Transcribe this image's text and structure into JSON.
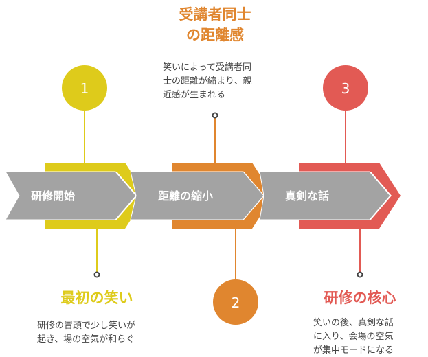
{
  "colors": {
    "yellow": "#DECB1B",
    "orange": "#E0862F",
    "red": "#E25A54",
    "gray": "#A3A3A3"
  },
  "steps": [
    {
      "number": "1",
      "label": "研修開始",
      "title": "最初の笑い",
      "desc": [
        "研修の冒頭で少し笑いが",
        "起き、場の空気が和らぐ"
      ]
    },
    {
      "number": "2",
      "label": "距離の縮小",
      "title_lines": [
        "受講者同士",
        "の距離感"
      ],
      "desc": [
        "笑いによって受講者同",
        "士の距離が縮まり、親",
        "近感が生まれる"
      ]
    },
    {
      "number": "3",
      "label": "真剣な話",
      "title": "研修の核心",
      "desc": [
        "笑いの後、真剣な話",
        "に入り、会場の空気",
        "が集中モードになる"
      ]
    }
  ]
}
